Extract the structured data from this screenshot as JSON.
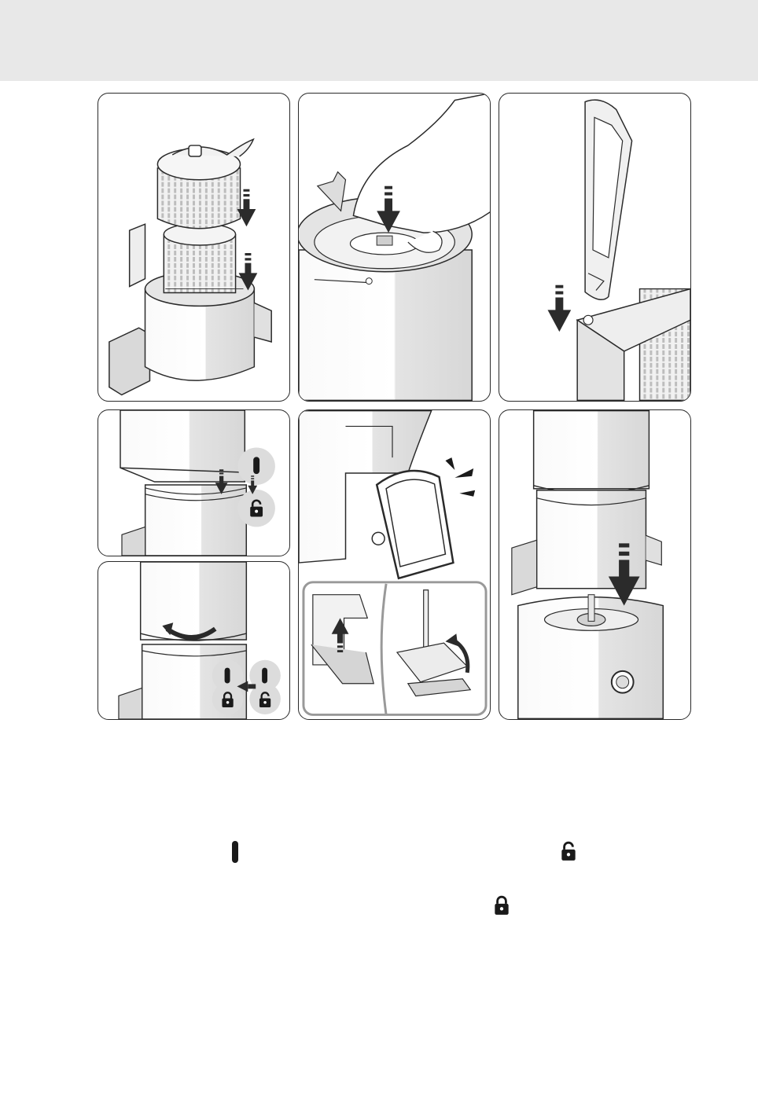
{
  "document": {
    "header_band_color": "#e8e8e8",
    "line_color": "#2a2a2a",
    "fill_light": "#f1f1f1",
    "fill_mid": "#d9d9d9",
    "fill_dark": "#9a9a9a",
    "arrow_color": "#2b2b2b"
  },
  "figures": [
    {
      "id": "step-1",
      "depicts": "filter-and-brush-inserted-into-bowl",
      "icons": [
        "down-arrow-icon",
        "down-arrow-icon"
      ]
    },
    {
      "id": "step-2",
      "depicts": "hand-placing-disc-on-drive-shaft",
      "icons": [
        "down-arrow-icon"
      ]
    },
    {
      "id": "step-3",
      "depicts": "lid-lowered-onto-hinge",
      "icons": [
        "down-arrow-icon"
      ]
    },
    {
      "id": "step-4",
      "depicts": "lid-aligned-to-unlock-position",
      "icons": [
        "on-marker-icon",
        "unlock-icon",
        "down-arrow-icon"
      ]
    },
    {
      "id": "step-5",
      "depicts": "lid-rotated-to-lock-position",
      "icons": [
        "rotate-arrow-icon",
        "on-marker-icon",
        "lock-icon",
        "unlock-icon",
        "left-arrow-icon"
      ]
    },
    {
      "id": "step-6",
      "depicts": "locking-handle-clicks-into-place",
      "icons": [
        "click-marks-icon",
        "up-arrow-icon",
        "rotate-arrow-icon"
      ]
    },
    {
      "id": "step-7",
      "depicts": "assembled-unit-placed-on-motor-base",
      "icons": [
        "down-arrow-icon"
      ]
    }
  ],
  "legend_icons": [
    "on-marker-icon",
    "unlock-icon",
    "lock-icon"
  ]
}
